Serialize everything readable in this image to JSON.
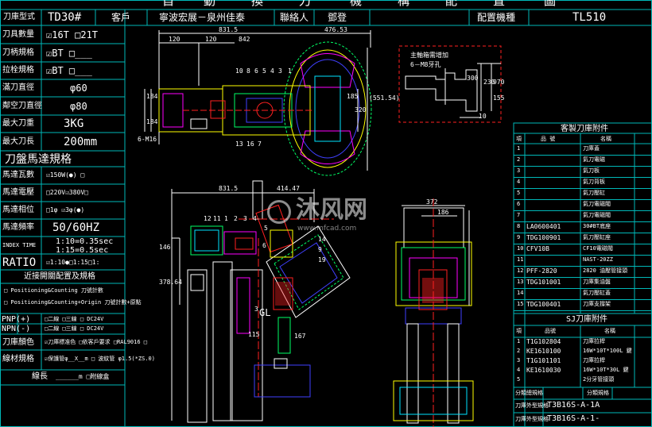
{
  "title_chars": [
    "自",
    "動",
    "換",
    "刀",
    "機",
    "構",
    "配",
    "置",
    "圖"
  ],
  "header": {
    "model_label": "刀庫型式",
    "model_value": "TD30#",
    "customer_label": "客戶",
    "customer_value": "寧波宏展－泉州佳泰",
    "contact_label": "聯絡人",
    "contact_value": "鄧登",
    "machine_label": "配置機種",
    "machine_value": "TL510"
  },
  "specs": [
    {
      "label": "刀具數量",
      "value": "☑16T  □21T"
    },
    {
      "label": "刀柄規格",
      "value": "☑BT   □___"
    },
    {
      "label": "拉栓規格",
      "value": "☑BT   □___"
    },
    {
      "label": "滿刀直徑",
      "value": "φ60"
    },
    {
      "label": "鄰空刀直徑",
      "value": "φ80"
    },
    {
      "label": "最大刀重",
      "value": "3KG"
    },
    {
      "label": "最大刀長",
      "value": "200mm"
    }
  ],
  "motor_section_title": "刀盤馬達規格",
  "motor_specs": [
    {
      "label": "馬達瓦數",
      "value": "☑150W(●)  □"
    },
    {
      "label": "馬達電壓",
      "value": "□220V☑380V□"
    },
    {
      "label": "馬達相位",
      "value": "□1φ  ☑3φ(●)"
    },
    {
      "label": "馬達頻率",
      "value": "50/60HZ"
    }
  ],
  "index_time": {
    "label": "INDEX TIME",
    "line1": "1:10=0.35sec",
    "line2": "1:15=0.5sec"
  },
  "ratio": {
    "label": "RATIO",
    "value": "☑1:10●□1:15□1:"
  },
  "detect_title": "近接開關配置及規格",
  "detect_lines": [
    "□ Positioning&Counting 刀號計數",
    "□ Positioning&Counting+Origin 刀號計數+原點"
  ],
  "pnp_label": "PNP(+)",
  "npn_label": "NPN(-)",
  "pnp_opts": "□二線  □三線  □ DC24V",
  "npn_opts": "□二線  □三線  □ DC24V",
  "color_label": "刀庫顏色",
  "color_value": "☑刀庫標准色 □依客戶要求 □RAL9016 □",
  "wire_label": "線材規格",
  "wire_value": "☑保護管φ__X__m □ 波紋管 φ1.5(*ZS.0)",
  "wire_len_label": "線長",
  "wire_len_value": "______m  □附線盒",
  "dims": {
    "top_total": "831.5",
    "top_right": "476.53",
    "d120a": "120",
    "d120b": "120",
    "d842": "842",
    "d184a": "184",
    "d184b": "184",
    "d185": "185",
    "d320": "320",
    "d551": "(551.54)",
    "screw": "6-M16",
    "mid_total": "831.5",
    "mid_right": "414.47",
    "d372": "372",
    "d186": "186",
    "d146": "146",
    "d378": "378.64",
    "d3": "3",
    "gl": "GL",
    "d115": "115",
    "d167": "167",
    "d300": "300",
    "d10": "10",
    "d230": "230",
    "d970": "970",
    "d155": "155",
    "note_title": "主軸箱需增加",
    "note_sub": "6－M8牙孔"
  },
  "balloons_top": [
    "10",
    "8",
    "6",
    "5",
    "4",
    "3",
    "1",
    "13",
    "16",
    "7"
  ],
  "balloons_mid": [
    "12",
    "11",
    "1",
    "2",
    "3",
    "4",
    "5",
    "6",
    "14",
    "9",
    "19"
  ],
  "parts_title": "客製刀庫附件",
  "parts_header": [
    "項",
    "品  號",
    "名稱"
  ],
  "parts": [
    {
      "no": "1",
      "code": "",
      "name": "刀庫蓋"
    },
    {
      "no": "2",
      "code": "",
      "name": "氣刀電磁"
    },
    {
      "no": "3",
      "code": "",
      "name": "氣刀板"
    },
    {
      "no": "4",
      "code": "",
      "name": "氣刀背板"
    },
    {
      "no": "5",
      "code": "",
      "name": "氣刀壓缸"
    },
    {
      "no": "6",
      "code": "",
      "name": "氣刀電磁閥"
    },
    {
      "no": "7",
      "code": "",
      "name": "氣刀電磁閥"
    },
    {
      "no": "8",
      "code": "LA0600401",
      "name": "30#BT底座"
    },
    {
      "no": "9",
      "code": "TDG100901",
      "name": "氣刀壓缸座"
    },
    {
      "no": "10",
      "code": "CFV10B",
      "name": "CF10電磁閥"
    },
    {
      "no": "11",
      "code": "",
      "name": "NAST-20ZZ"
    },
    {
      "no": "12",
      "code": "PFF-2820",
      "name": "2820 油壓管接頭"
    },
    {
      "no": "13",
      "code": "TDG101001",
      "name": "刀庫集油盤"
    },
    {
      "no": "14",
      "code": "",
      "name": "氣刀壓缸蓋"
    },
    {
      "no": "15",
      "code": "TDG100401",
      "name": "刀庫支撐架"
    }
  ],
  "sj_title": "SJ刀庫附件",
  "sj_header": [
    "項",
    "品號",
    "名稱"
  ],
  "sj_parts": [
    {
      "no": "1",
      "code": "T1G102804",
      "name": "刀庫拉桿"
    },
    {
      "no": "2",
      "code": "KE1610100",
      "name": "16W*10T*100L 鍵"
    },
    {
      "no": "3",
      "code": "T1G101101",
      "name": "刀庫拉桿"
    },
    {
      "no": "4",
      "code": "KE1610030",
      "name": "16W*10T*30L 鍵"
    },
    {
      "no": "5",
      "code": "",
      "name": "2分牙管接頭"
    }
  ],
  "footer_rows": [
    {
      "label": "分類總規格",
      "value": "分類規格"
    },
    {
      "label": "刀庫外型規格",
      "value": "T3B16S-A-1A"
    },
    {
      "label": "刀庫外型規格",
      "value": "T3B16S-A-1-"
    }
  ],
  "watermark": {
    "main": "沐风网",
    "url": "www.mfcad.com"
  },
  "colors": {
    "bg": "#000000",
    "frame": "#00b8b8",
    "line": "#ffffff",
    "yellow": "#ffff00",
    "green": "#00ff66",
    "red": "#ff2020",
    "magenta": "#ff00ff",
    "blue": "#4040ff",
    "cyan": "#00e5ff"
  }
}
